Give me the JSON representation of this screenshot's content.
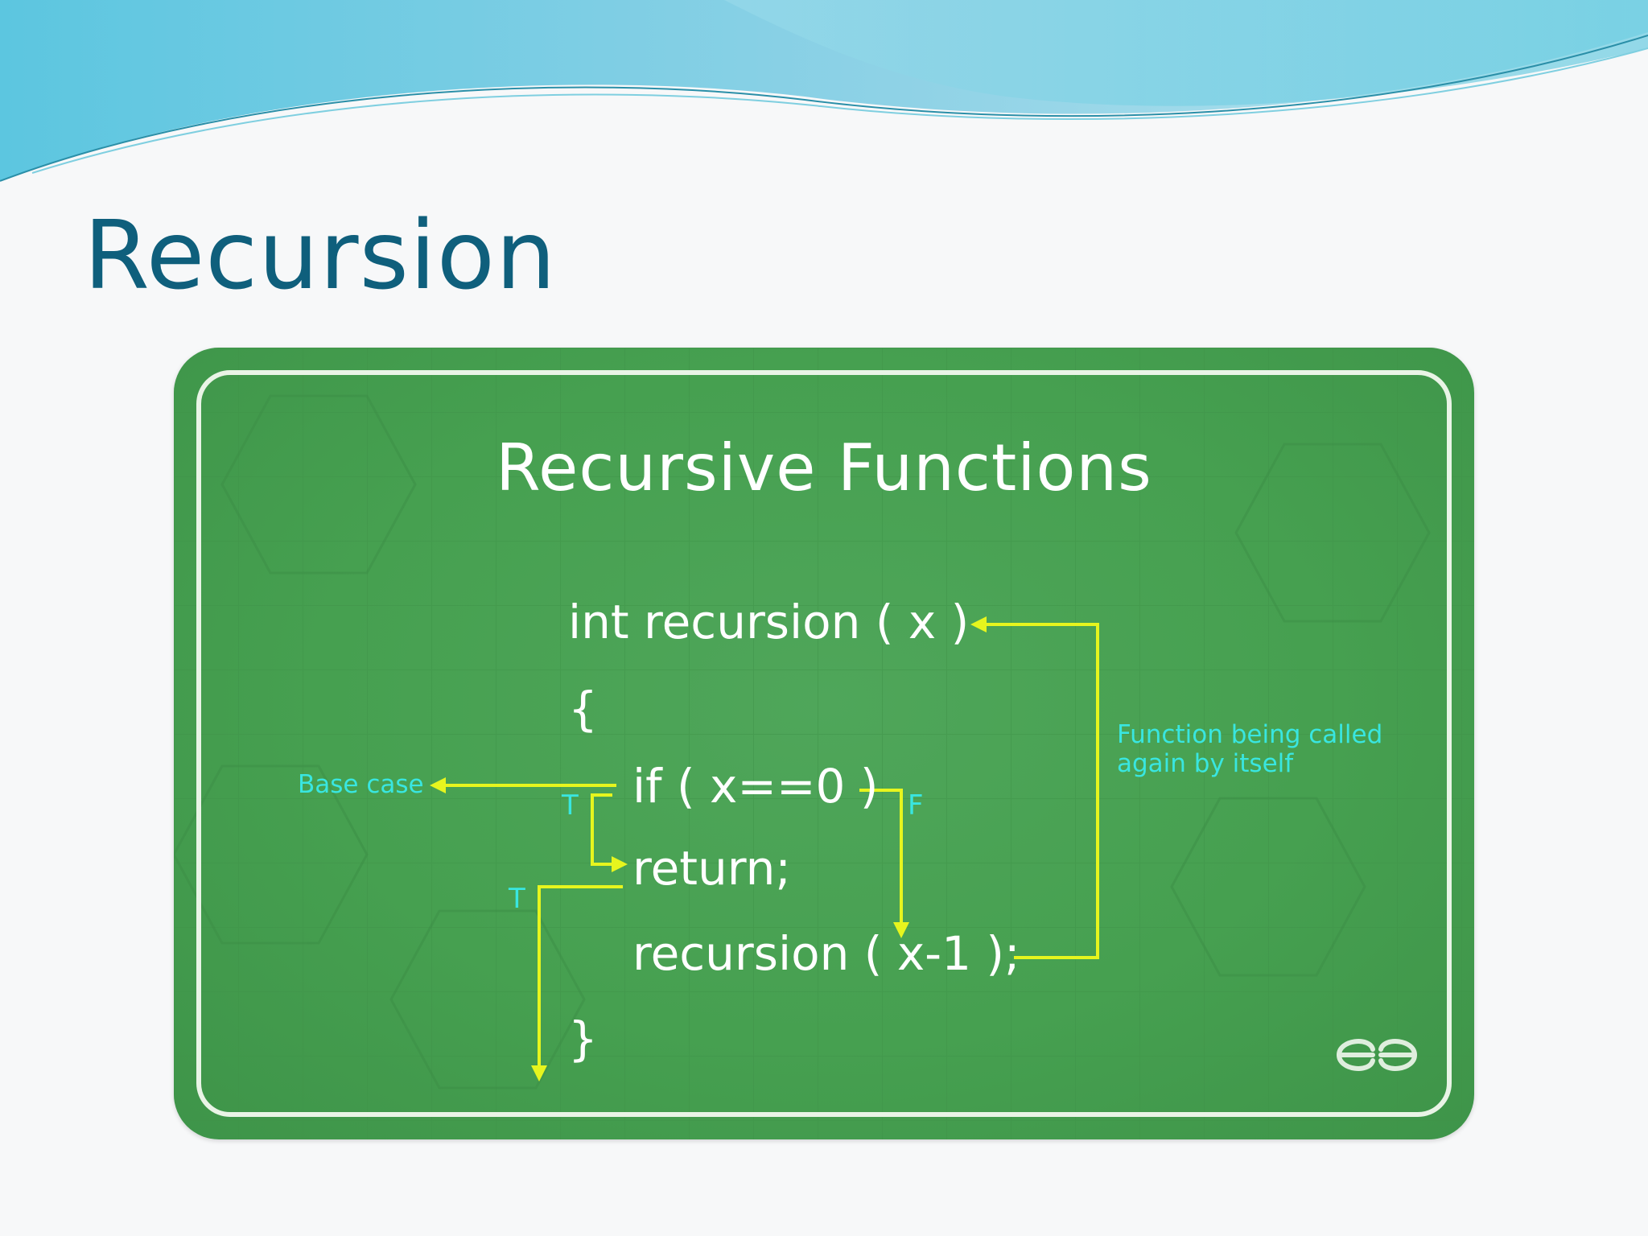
{
  "slide": {
    "title": "Recursion"
  },
  "diagram": {
    "title": "Recursive Functions",
    "code_lines": {
      "signature": "int recursion ( x )",
      "open_brace": "{",
      "condition": "if ( x==0 )",
      "return_stmt": "return;",
      "recursive_call": "recursion ( x-1 );",
      "close_brace": "}"
    },
    "annotations": {
      "base_case": "Base case",
      "self_call": "Function being called again by itself",
      "true_label_1": "T",
      "false_label": "F",
      "true_label_2": "T"
    },
    "colors": {
      "card_green": "#46a050",
      "arrow_yellow": "#e6f51e",
      "annotation_cyan": "#39e6e0",
      "title_blue": "#0f5f7c"
    },
    "logo": "geeksforgeeks-logo"
  }
}
